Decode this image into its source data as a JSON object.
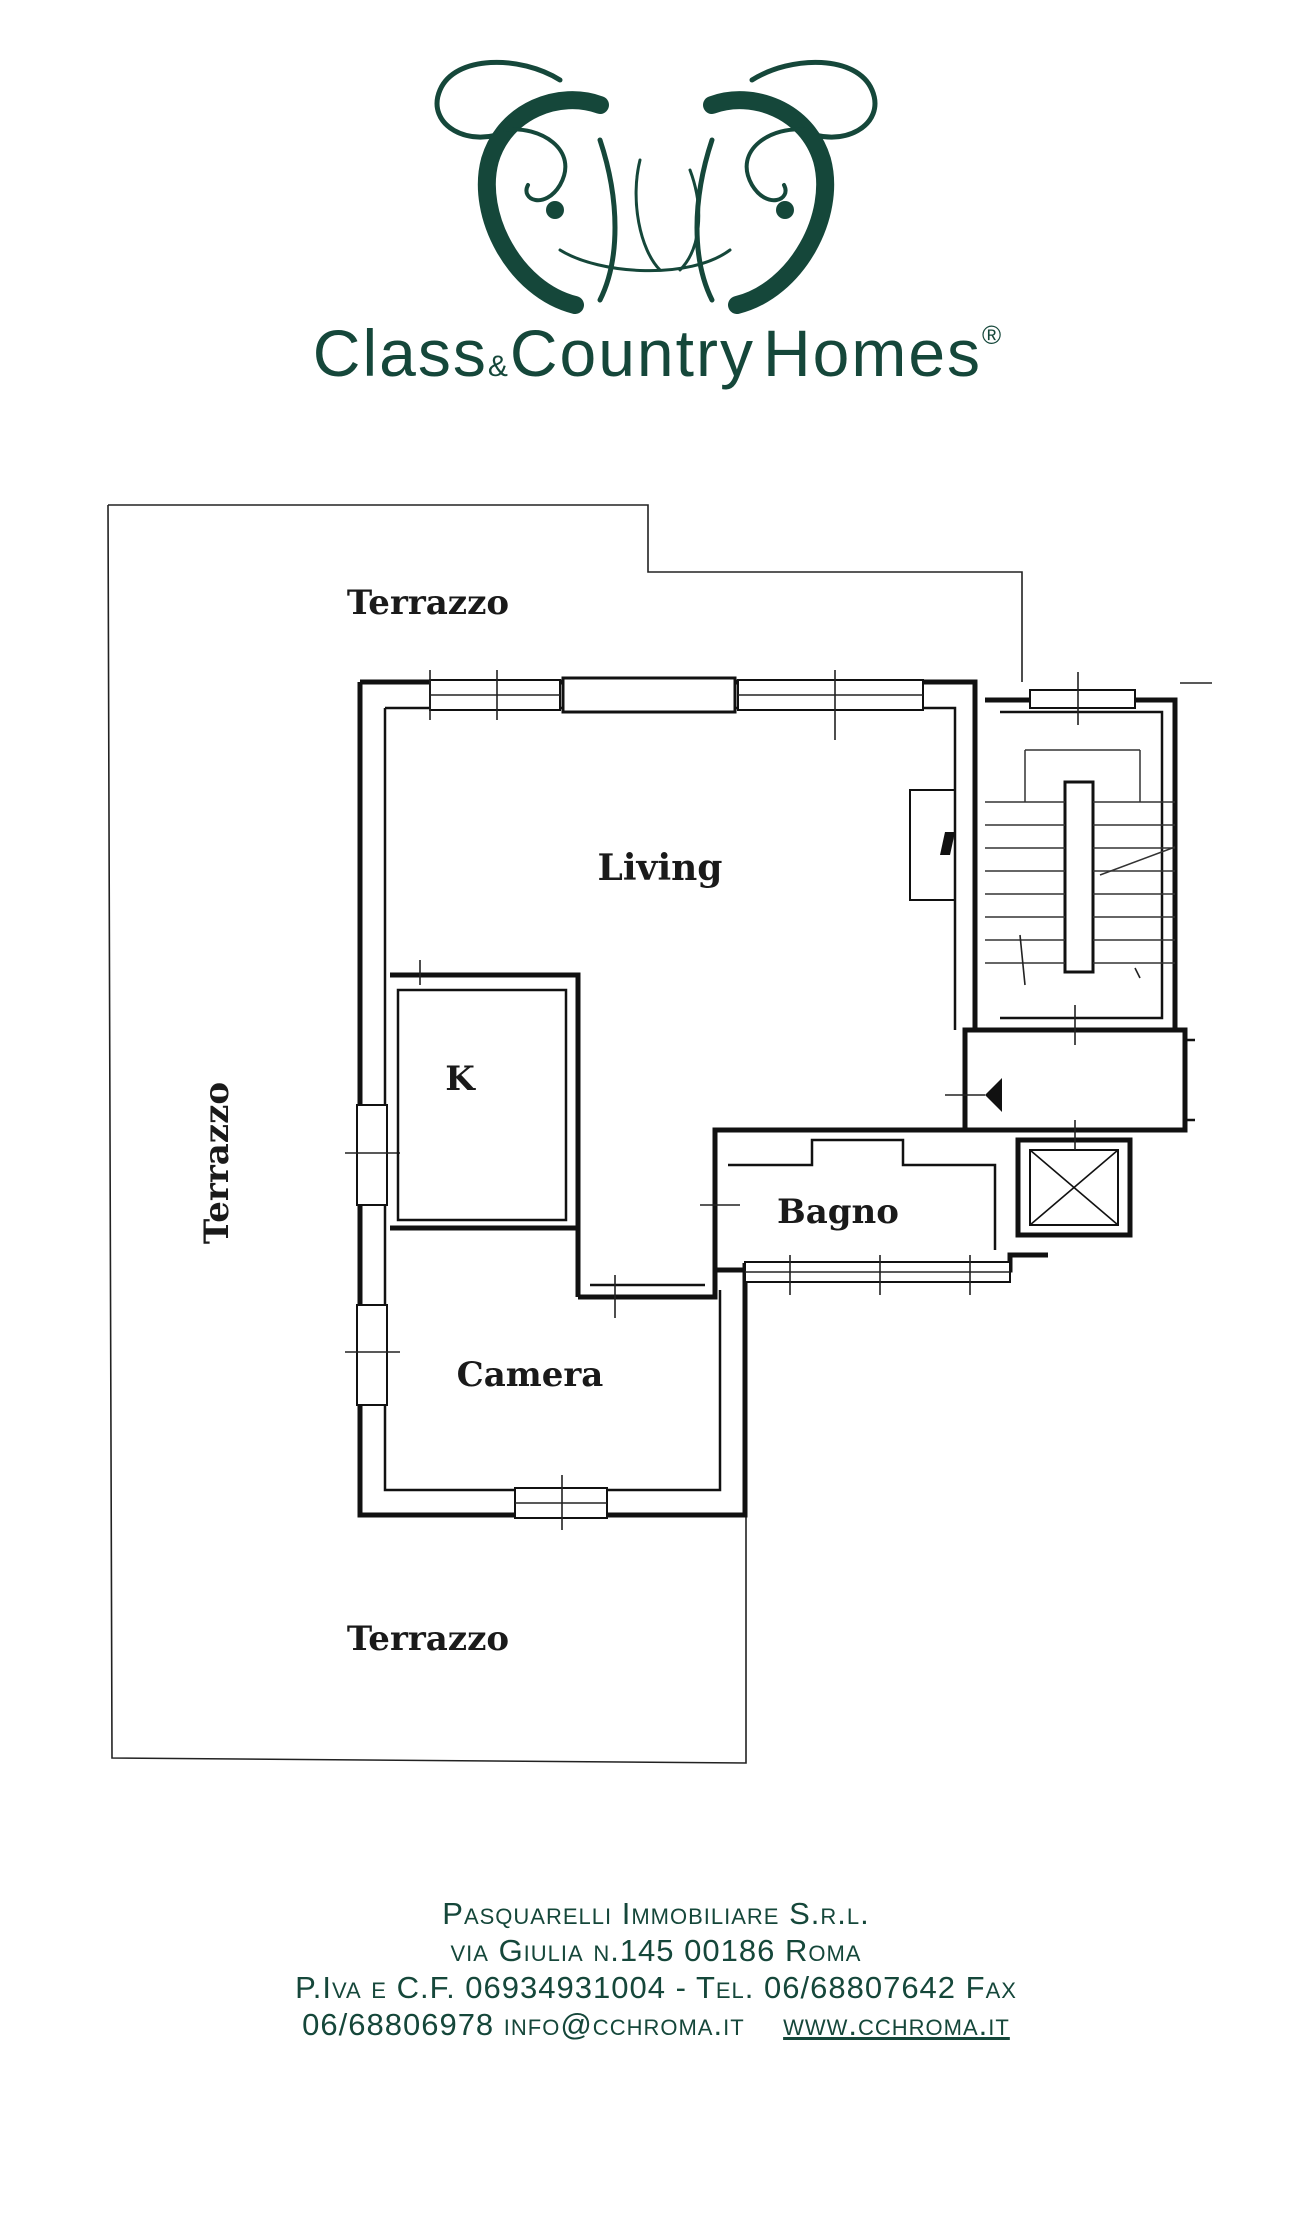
{
  "brand": {
    "name_part1": "Class",
    "ampersand": "&",
    "name_part2": "Country",
    "name_part3": "Homes",
    "registered": "®",
    "color": "#15473a"
  },
  "floorplan": {
    "rooms": {
      "terrazzo_top": "Terrazzo",
      "terrazzo_left": "Terrazzo",
      "terrazzo_bottom": "Terrazzo",
      "living": "Living",
      "kitchen": "K",
      "bathroom": "Bagno",
      "bedroom": "Camera"
    }
  },
  "footer": {
    "company": "Pasquarelli Immobiliare S.r.l.",
    "address": "via Giulia n.145  00186 Roma",
    "tax_and_phone": "P.Iva e C.F. 06934931004 - Tel. 06/68807642 Fax",
    "fax_and_email": "06/68806978 info@cchroma.it",
    "website": "www.cchroma.it"
  }
}
